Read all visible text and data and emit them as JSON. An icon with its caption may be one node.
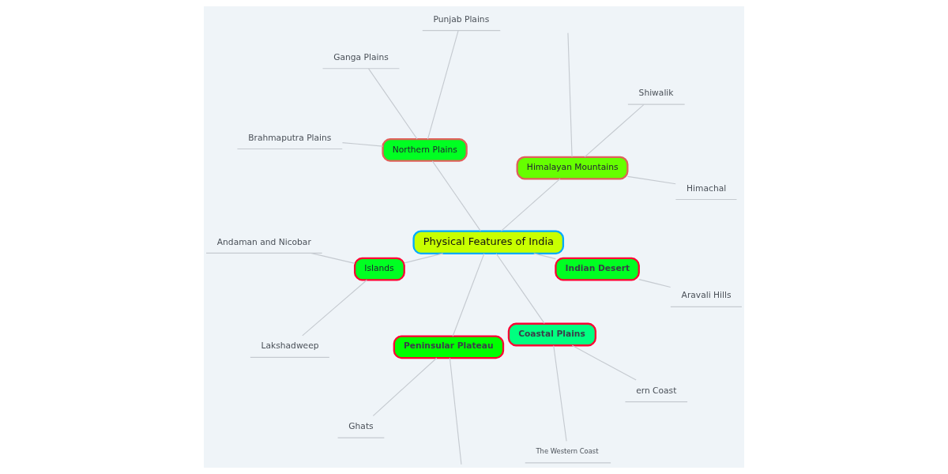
{
  "diagram": {
    "nodes": [
      {
        "text": [
          "Physical Features of India"
        ]
      },
      {
        "text": [
          "Himalayan Mountains"
        ]
      },
      {
        "text": [
          "Himachal"
        ]
      },
      {
        "text": [
          "Shiwalik"
        ]
      },
      {
        "text": [
          "Northern Plains"
        ]
      },
      {
        "text": [
          "Punjab Plains"
        ]
      },
      {
        "text": [
          "Ganga Plains"
        ]
      },
      {
        "text": [
          "Brahmaputra Plains"
        ]
      },
      {
        "text": [
          "Islands"
        ]
      },
      {
        "text": [
          "Andaman and Nicobar"
        ]
      },
      {
        "text": [
          "Lakshadweep"
        ]
      },
      {
        "text": [
          "Peninsular Plateau"
        ]
      },
      {
        "text": [
          "Ghats"
        ]
      },
      {
        "text": [
          "Coastal Plains"
        ]
      },
      {
        "text": [
          "The Western Coast"
        ]
      },
      {
        "text": [
          "ern Coast"
        ]
      },
      {
        "text": [
          "Indian Desert"
        ]
      },
      {
        "text": [
          "Aravali Hills"
        ]
      }
    ],
    "edges": [
      {
        "from": 0,
        "to": 1,
        "arrow": "none"
      },
      {
        "from": 1,
        "to": null,
        "arrow": "none"
      },
      {
        "from": 1,
        "to": 2,
        "arrow": "none"
      },
      {
        "from": 1,
        "to": 3,
        "arrow": "none"
      },
      {
        "from": 0,
        "to": 4,
        "arrow": "none"
      },
      {
        "from": 4,
        "to": 5,
        "arrow": "none"
      },
      {
        "from": 4,
        "to": 6,
        "arrow": "none"
      },
      {
        "from": 4,
        "to": 7,
        "arrow": "none"
      },
      {
        "from": 0,
        "to": 8,
        "arrow": "none"
      },
      {
        "from": 8,
        "to": 9,
        "arrow": "none"
      },
      {
        "from": 8,
        "to": 10,
        "arrow": "none"
      },
      {
        "from": 0,
        "to": 11,
        "arrow": "none"
      },
      {
        "from": 11,
        "to": null,
        "arrow": "none"
      },
      {
        "from": 11,
        "to": 12,
        "arrow": "none"
      },
      {
        "from": 0,
        "to": 13,
        "arrow": "none"
      },
      {
        "from": 13,
        "to": 14,
        "arrow": "none"
      },
      {
        "from": 13,
        "to": 15,
        "arrow": "none"
      },
      {
        "from": 0,
        "to": 16,
        "arrow": "none"
      },
      {
        "from": 16,
        "to": 17,
        "arrow": "none"
      }
    ]
  }
}
